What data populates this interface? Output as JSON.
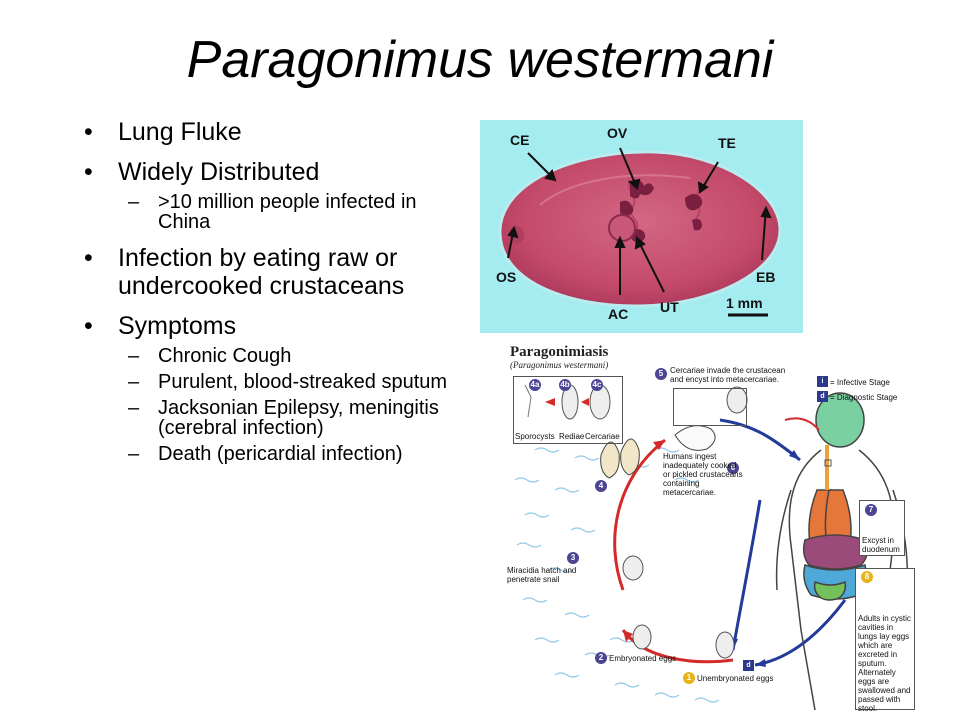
{
  "title": "Paragonimus westermani",
  "bullets": [
    {
      "text": "Lung Fluke",
      "sub": []
    },
    {
      "text": "Widely Distributed",
      "sub": [
        ">10 million people infected in China"
      ]
    },
    {
      "text": "Infection by eating raw or undercooked crustaceans",
      "sub": []
    },
    {
      "text": "Symptoms",
      "sub": [
        "Chronic Cough",
        "Purulent, blood-streaked sputum",
        "Jacksonian Epilepsy, meningitis (cerebral infection)",
        "Death (pericardial infection)"
      ]
    }
  ],
  "micrograph": {
    "labels": {
      "ce": "CE",
      "ov": "OV",
      "te": "TE",
      "os": "OS",
      "ac": "AC",
      "ut": "UT",
      "eb": "EB"
    },
    "scale": "1 mm",
    "colors": {
      "background": "#a4ecef",
      "body": "#c8506e"
    }
  },
  "lifecycle": {
    "title": "Paragonimiasis",
    "subtitle": "(Paragonimus westermani)",
    "legend_infective": "= Infective Stage",
    "legend_diagnostic": "= Diagnostic Stage",
    "step5": "Cercariae invade the crustacean and encyst into metacercariae.",
    "step4a": "4a",
    "step4b": "4b",
    "step4c": "4c",
    "sporocysts": "Sporocysts",
    "rediae": "Rediae",
    "cercariae": "Cercariae",
    "step6": "Humans ingest inadequately cooked or pickled crustaceans containing metacercariae.",
    "step7": "Excyst in duodenum",
    "step8": "Adults in cystic cavities in lungs lay eggs which are excreted in sputum. Alternately eggs are swallowed and passed with stool.",
    "step3": "Miracidia hatch and penetrate snail",
    "step2": "Embryonated eggs",
    "step1": "Unembryonated eggs",
    "n1": "1",
    "n2": "2",
    "n3": "3",
    "n4": "4",
    "n5": "5",
    "n6": "6",
    "n7": "7",
    "n8": "8",
    "ni": "i",
    "nd": "d"
  }
}
